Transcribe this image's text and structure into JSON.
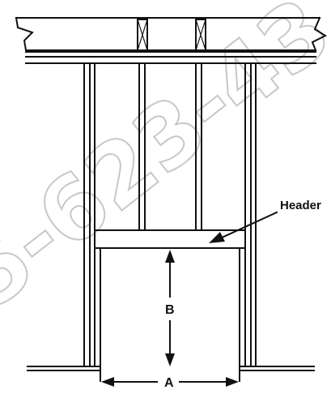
{
  "watermark": "5-623-43",
  "labels": {
    "header": "Header",
    "dimension_a": "A",
    "dimension_b": "B"
  },
  "colors": {
    "line": "#111111",
    "watermark_outline": "#c8c8c8",
    "background": "#ffffff"
  }
}
